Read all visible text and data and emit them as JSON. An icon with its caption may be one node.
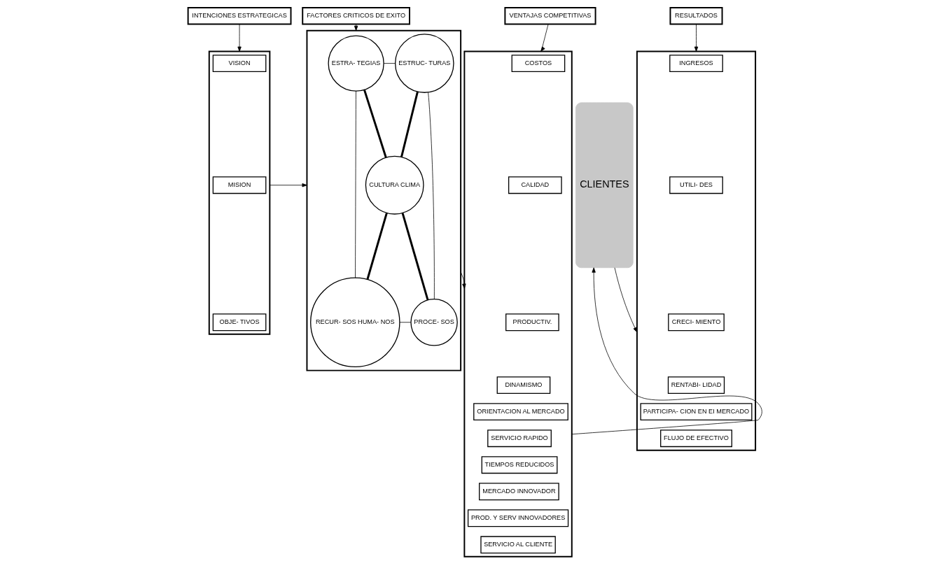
{
  "diagram": {
    "nodes": [
      {
        "text": [
          "INTENCIONES ESTRATEGICAS"
        ]
      },
      {
        "text": [],
        "shape": "box"
      },
      {
        "text": [
          "VISION"
        ],
        "in": 1
      },
      {
        "text": [
          "MISION"
        ],
        "in": 1
      },
      {
        "text": [
          "OBJE- TIVOS"
        ],
        "in": 1
      },
      {
        "text": [
          "FACTORES CRITICOS DE EXITO"
        ]
      },
      {
        "text": [],
        "shape": "box"
      },
      {
        "text": [
          "ESTRA- TEGIAS"
        ],
        "in": 6
      },
      {
        "text": [
          "ESTRUC- TURAS"
        ],
        "in": 6
      },
      {
        "text": [
          "CULTURA CLIMA"
        ],
        "in": 6
      },
      {
        "text": [
          "RECUR- SOS HUMA- NOS"
        ],
        "in": 6
      },
      {
        "text": [
          "PROCE- SOS"
        ],
        "in": 6
      },
      {
        "text": [
          "VENTAJAS COMPETITIVAS"
        ]
      },
      {
        "text": [],
        "shape": "box"
      },
      {
        "text": [
          "COSTOS"
        ],
        "in": 13
      },
      {
        "text": [
          "CALIDAD"
        ],
        "in": 13
      },
      {
        "text": [
          "PRODUCTIV."
        ],
        "in": 13
      },
      {
        "text": [
          "DINAMISMO"
        ],
        "in": 13
      },
      {
        "text": [
          "ORIENTACION AL MERCADO"
        ],
        "in": 13
      },
      {
        "text": [
          "SERVICIO RAPIDO"
        ],
        "in": 13
      },
      {
        "text": [
          "TIEMPOS REDUCIDOS"
        ],
        "in": 13
      },
      {
        "text": [
          "MERCADO INNOVADOR"
        ],
        "in": 13
      },
      {
        "text": [
          "PROD. Y SERV INNOVADORES"
        ],
        "in": 13
      },
      {
        "text": [
          "SERVICIO AL CLIENTE"
        ],
        "in": 13
      },
      {
        "text": [
          "CLIENTES"
        ]
      },
      {
        "text": [
          "RESULTADOS"
        ]
      },
      {
        "text": [],
        "shape": "box"
      },
      {
        "text": [
          "INGRESOS"
        ],
        "in": 26
      },
      {
        "text": [
          "UTILI- DES"
        ],
        "in": 26
      },
      {
        "text": [
          "CRECI- MIENTO"
        ],
        "in": 26
      },
      {
        "text": [
          "RENTABI- LIDAD"
        ],
        "in": 26
      },
      {
        "text": [
          "PARTICIPA- CION EN EI MERCADO"
        ],
        "in": 26
      },
      {
        "text": [
          "FLUJO DE EFECTIVO"
        ],
        "in": 26
      }
    ],
    "edges": [
      {
        "from": 0,
        "to": 1,
        "arrow": "to"
      },
      {
        "from": 5,
        "to": 6,
        "arrow": "to"
      },
      {
        "from": 12,
        "to": 13,
        "arrow": "to"
      },
      {
        "from": 25,
        "to": 26,
        "arrow": "to"
      },
      {
        "from": 1,
        "to": 6,
        "arrow": "to"
      },
      {
        "from": 6,
        "to": 13,
        "arrow": "to"
      },
      {
        "from": 13,
        "to": 24,
        "arrow": "to"
      },
      {
        "from": 24,
        "to": 26,
        "arrow": "to"
      },
      {
        "from": 7,
        "to": 8,
        "arrow": "none"
      },
      {
        "from": 7,
        "to": 9,
        "arrow": "none",
        "style": "thick"
      },
      {
        "from": 8,
        "to": 9,
        "arrow": "none",
        "style": "thick"
      },
      {
        "from": 7,
        "to": 10,
        "arrow": "none"
      },
      {
        "from": 8,
        "to": 11,
        "arrow": "none"
      },
      {
        "from": 9,
        "to": 10,
        "arrow": "none",
        "style": "thick"
      },
      {
        "from": 9,
        "to": 11,
        "arrow": "none",
        "style": "thick"
      },
      {
        "from": 10,
        "to": 11,
        "arrow": "none"
      }
    ]
  }
}
